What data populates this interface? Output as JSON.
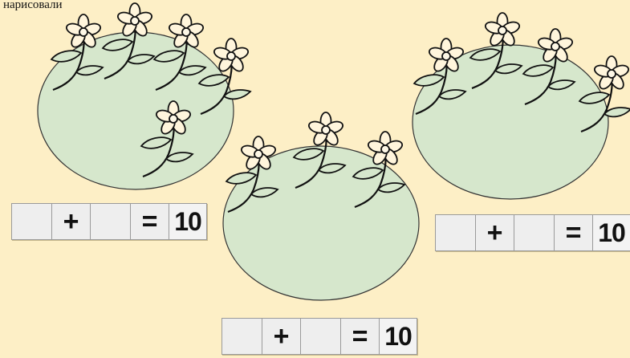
{
  "caption": "нарисовали",
  "equations": [
    {
      "plus": "+",
      "equals": "=",
      "result": "10"
    },
    {
      "plus": "+",
      "equals": "=",
      "result": "10"
    },
    {
      "plus": "+",
      "equals": "=",
      "result": "10"
    }
  ],
  "colors": {
    "background": "#fdefc6",
    "meadow": "#d6e7cc",
    "petal": "#fff5dc",
    "stroke": "#111111",
    "cell": "#eeeeee"
  }
}
